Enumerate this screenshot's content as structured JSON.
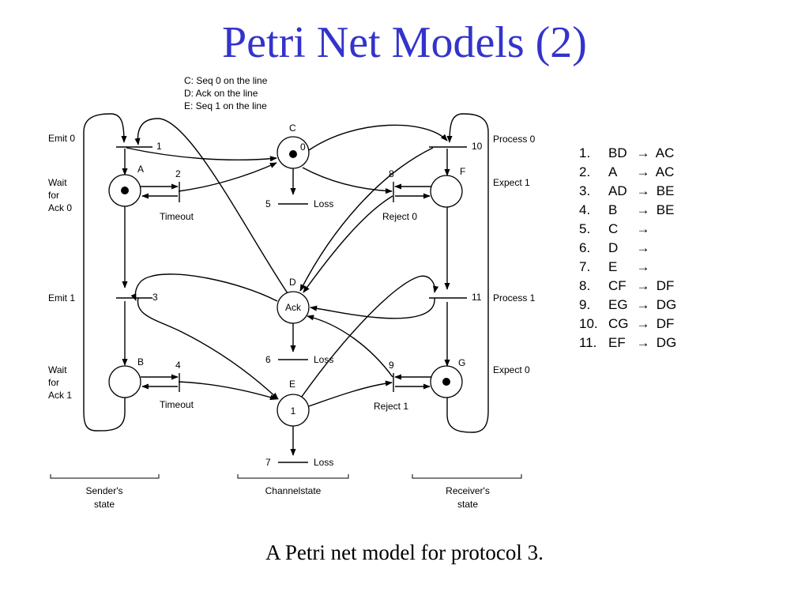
{
  "title": "Petri Net Models (2)",
  "caption": "A Petri net model for protocol 3.",
  "diagram": {
    "legend": [
      "C: Seq 0 on the line",
      "D: Ack on the line",
      "E: Seq 1 on the line"
    ],
    "places": {
      "A": {
        "label": "A"
      },
      "B": {
        "label": "B"
      },
      "C": {
        "label": "C",
        "inner": "0"
      },
      "D": {
        "label": "D",
        "inner": "Ack"
      },
      "E": {
        "label": "E",
        "inner": "1"
      },
      "F": {
        "label": "F"
      },
      "G": {
        "label": "G"
      }
    },
    "transitions": {
      "t1": "1",
      "t2": "2",
      "t3": "3",
      "t4": "4",
      "t5": "5",
      "t6": "6",
      "t7": "7",
      "t8": "8",
      "t9": "9",
      "t10": "10",
      "t11": "11"
    },
    "labels": {
      "emit0": "Emit 0",
      "wait_ack0": [
        "Wait",
        "for",
        "Ack 0"
      ],
      "emit1": "Emit 1",
      "wait_ack1": [
        "Wait",
        "for",
        "Ack 1"
      ],
      "timeout_top": "Timeout",
      "timeout_bottom": "Timeout",
      "loss5": "Loss",
      "loss6": "Loss",
      "loss7": "Loss",
      "reject0": "Reject 0",
      "reject1": "Reject 1",
      "process0": "Process 0",
      "expect1": "Expect 1",
      "process1": "Process 1",
      "expect0": "Expect 0"
    },
    "groups": {
      "sender": [
        "Sender's",
        "state"
      ],
      "channel": "Channelstate",
      "receiver": [
        "Receiver's",
        "state"
      ]
    }
  },
  "rules": [
    {
      "num": "1.",
      "from": "BD",
      "arrow": "→",
      "to": "AC"
    },
    {
      "num": "2.",
      "from": "A",
      "arrow": "→",
      "to": "AC"
    },
    {
      "num": "3.",
      "from": "AD",
      "arrow": "→",
      "to": "BE"
    },
    {
      "num": "4.",
      "from": "B",
      "arrow": "→",
      "to": "BE"
    },
    {
      "num": "5.",
      "from": "C",
      "arrow": "→",
      "to": ""
    },
    {
      "num": "6.",
      "from": "D",
      "arrow": "→",
      "to": ""
    },
    {
      "num": "7.",
      "from": "E",
      "arrow": "→",
      "to": ""
    },
    {
      "num": "8.",
      "from": "CF",
      "arrow": "→",
      "to": "DF"
    },
    {
      "num": "9.",
      "from": "EG",
      "arrow": "→",
      "to": "DG"
    },
    {
      "num": "10.",
      "from": "CG",
      "arrow": "→",
      "to": "DF"
    },
    {
      "num": "11.",
      "from": "EF",
      "arrow": "→",
      "to": "DG"
    }
  ]
}
